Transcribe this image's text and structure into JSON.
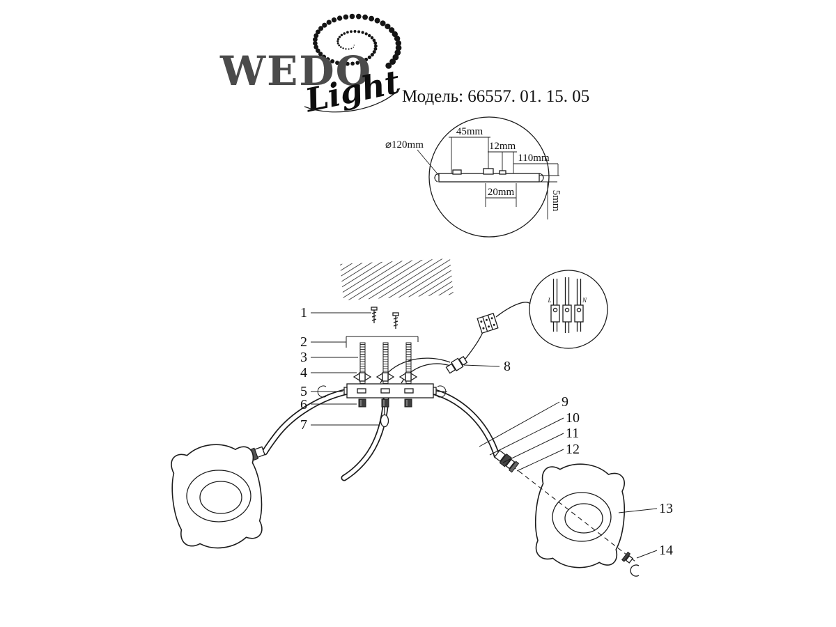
{
  "brand": {
    "wedo": "WEDO",
    "light": "Light"
  },
  "model_label": "Модель: 66557. 01. 15. 05",
  "plate_detail": {
    "d120": "⌀120mm",
    "w45": "45mm",
    "w12": "12mm",
    "w110": "110mm",
    "w20": "20mm",
    "h5": "5mm"
  },
  "wiring": {
    "l": "L",
    "n": "N"
  },
  "part_numbers": [
    "1",
    "2",
    "3",
    "4",
    "5",
    "6",
    "7",
    "8",
    "9",
    "10",
    "11",
    "12",
    "13",
    "14"
  ]
}
